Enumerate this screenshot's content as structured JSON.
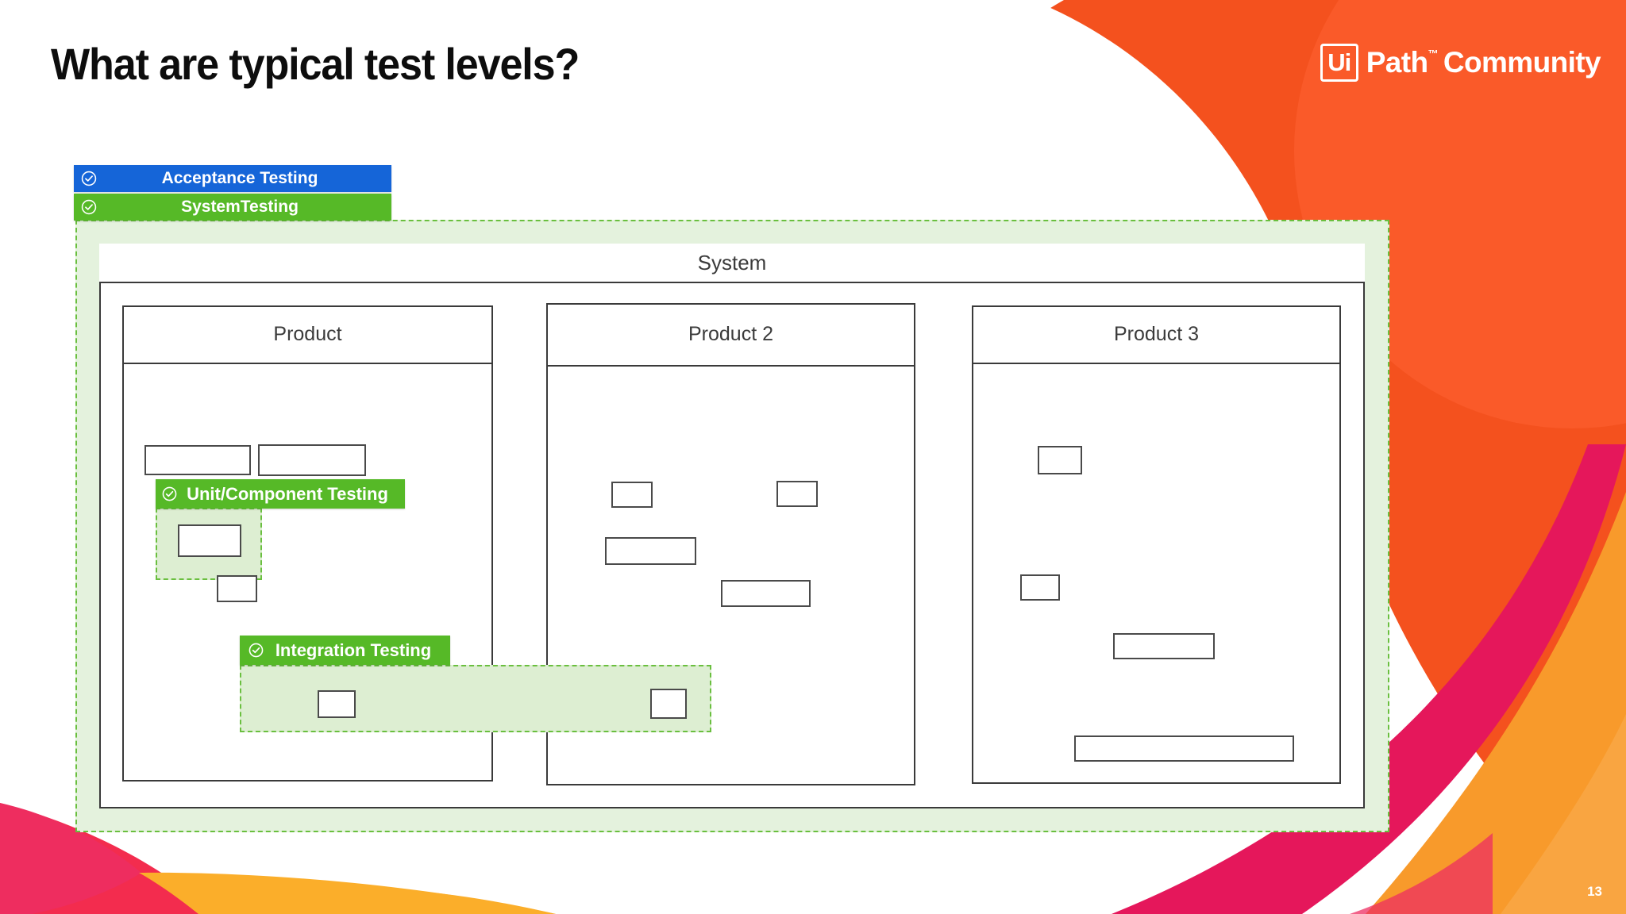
{
  "slide": {
    "title": "What are typical test levels?",
    "page_number": "13"
  },
  "brand": {
    "mark_text": "Ui",
    "word": "Path",
    "tm": "™",
    "suffix": "Community",
    "color_primary": "#F4511E",
    "color_secondary": "#FA5C2B"
  },
  "badges": [
    {
      "id": "acceptance",
      "label": "Acceptance Testing",
      "icon": "check-circle-icon",
      "color": "#1565d8"
    },
    {
      "id": "system",
      "label": "SystemTesting",
      "icon": "check-circle-icon",
      "color": "#56b927"
    },
    {
      "id": "unit",
      "label": "Unit/Component Testing",
      "icon": "check-circle-icon",
      "color": "#56b927"
    },
    {
      "id": "integration",
      "label": "Integration Testing",
      "icon": "check-circle-icon",
      "color": "#56b927"
    }
  ],
  "diagram": {
    "system_label": "System",
    "region_fill": "#e4f2dd",
    "region_border": "#6abf3f",
    "subregion_fill": "#ddeed2",
    "products": [
      {
        "label": "Product",
        "box_count": 4
      },
      {
        "label": "Product 2",
        "box_count": 4
      },
      {
        "label": "Product 3",
        "box_count": 4
      }
    ]
  },
  "decor": {
    "top_right_orange": "#F4511E",
    "top_right_orange_light": "#FA5C2B",
    "bottom_left_crimson": "#F32C4E",
    "bottom_left_pink": "#ED2E62",
    "bottom_left_amber": "#FBAE2A",
    "bottom_right_crimson": "#E5175B",
    "bottom_right_orange": "#F89A2B",
    "bottom_right_orange_light": "#F9A541"
  }
}
